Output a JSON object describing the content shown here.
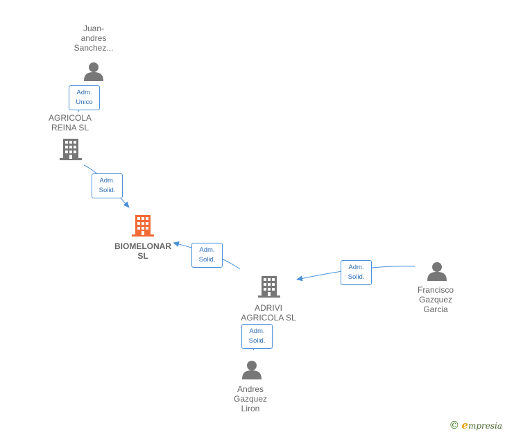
{
  "colors": {
    "accent_node": "#f26a36",
    "node": "#777777",
    "edge": "#4a90d9"
  },
  "nodes": {
    "juan": {
      "label": "Juan-\nandres\nSanchez...",
      "icon": "person-icon"
    },
    "agricola_reina": {
      "label": "AGRICOLA\nREINA  SL",
      "icon": "building-icon"
    },
    "biomelonar": {
      "label": "BIOMELONAR\nSL",
      "icon": "building-icon"
    },
    "adrivi": {
      "label": "ADRIVI\nAGRICOLA  SL",
      "icon": "building-icon"
    },
    "francisco": {
      "label": "Francisco\nGazquez\nGarcia",
      "icon": "person-icon"
    },
    "andres": {
      "label": "Andres\nGazquez\nLiron",
      "icon": "person-icon"
    }
  },
  "edges": {
    "juan_to_reina": "Adm.\nUnico",
    "reina_to_bio": "Adm.\nSolid.",
    "adrivi_to_bio": "Adm.\nSolid.",
    "francisco_to_adrivi": "Adm.\nSolid.",
    "andres_to_adrivi": "Adm.\nSolid."
  },
  "footer": {
    "copyright": "©",
    "brand_initial": "e",
    "brand_rest": "mpresia"
  }
}
